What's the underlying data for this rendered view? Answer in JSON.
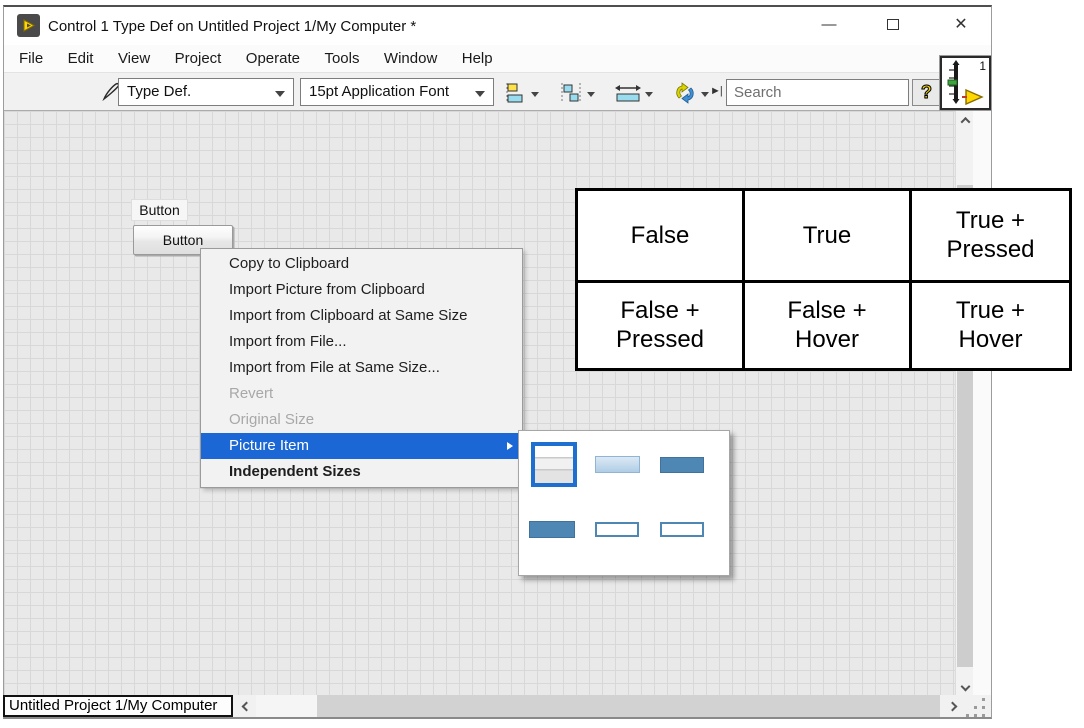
{
  "window": {
    "title": "Control 1 Type Def on Untitled Project 1/My Computer *"
  },
  "menu_bar": {
    "items": [
      "File",
      "Edit",
      "View",
      "Project",
      "Operate",
      "Tools",
      "Window",
      "Help"
    ]
  },
  "toolbar": {
    "type_selector_value": "Type Def.",
    "font_selector_value": "15pt Application Font",
    "search_placeholder": "Search",
    "edited_control_badge": "1"
  },
  "icons": {
    "minimize": "—",
    "close": "✕",
    "help": "?",
    "expand_marker": "►|",
    "app": "labview-play-arrow",
    "tool": "pen-loop",
    "search": "magnifier",
    "align": "align-objects",
    "distribute": "distribute-objects",
    "resize": "resize-objects",
    "reorder": "reorder"
  },
  "canvas": {
    "control_label": "Button",
    "control_button_text": "Button"
  },
  "context_menu": {
    "items": [
      {
        "label": "Copy to Clipboard",
        "state": "normal"
      },
      {
        "label": "Import Picture from Clipboard",
        "state": "normal"
      },
      {
        "label": "Import from Clipboard at Same Size",
        "state": "normal"
      },
      {
        "label": "Import from File...",
        "state": "normal"
      },
      {
        "label": "Import from File at Same Size...",
        "state": "normal"
      },
      {
        "label": "Revert",
        "state": "disabled"
      },
      {
        "label": "Original Size",
        "state": "disabled"
      },
      {
        "label": "Picture Item",
        "state": "highlighted",
        "has_submenu": true
      },
      {
        "label": "Independent Sizes",
        "state": "emphasis"
      }
    ]
  },
  "picture_submenu": {
    "items": [
      {
        "name": "decal-normal",
        "selected": true
      },
      {
        "name": "decal-hover-gradient",
        "selected": false
      },
      {
        "name": "decal-pressed-solid",
        "selected": false
      },
      {
        "name": "decal-true-solid",
        "selected": false
      },
      {
        "name": "decal-outline-a",
        "selected": false
      },
      {
        "name": "decal-outline-b",
        "selected": false
      }
    ]
  },
  "annotation_table": {
    "rows": [
      [
        "False",
        "True",
        "True + Pressed"
      ],
      [
        "False + Pressed",
        "False + Hover",
        "True + Hover"
      ]
    ]
  },
  "status_bar": {
    "project_path": "Untitled Project 1/My Computer"
  },
  "colors": {
    "menu_highlight": "#1b67d5",
    "swatch_blue": "#4e86b4",
    "selection_border": "#1e6fd0",
    "canvas_bg": "#e9e9e9",
    "grid_line": "#d8d8d8"
  }
}
